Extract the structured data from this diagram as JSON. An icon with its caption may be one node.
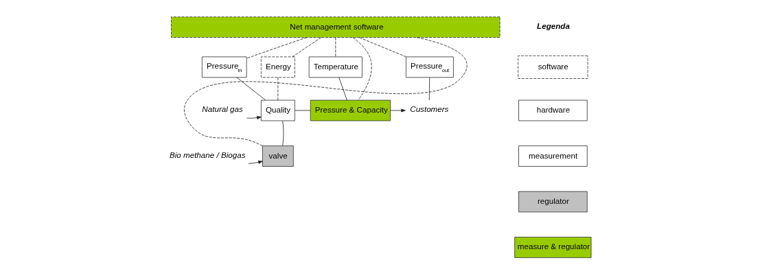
{
  "diagram": {
    "nodes": [
      {
        "text": [
          "Net management software"
        ]
      },
      {
        "text": [
          "Pressure$_{in}$"
        ]
      },
      {
        "text": [
          "Energy"
        ]
      },
      {
        "text": [
          "Temperature"
        ]
      },
      {
        "text": [
          "Pressure$_{out}$"
        ]
      },
      {
        "text": [
          "Natural gas"
        ]
      },
      {
        "text": [
          "Quality"
        ]
      },
      {
        "text": [
          "Pressure & Capacity"
        ]
      },
      {
        "text": [
          "Customers"
        ]
      },
      {
        "text": [
          "Bio methane / Biogas"
        ]
      },
      {
        "text": [
          "valve"
        ]
      }
    ],
    "edges": [
      {
        "from": 0,
        "to": 1,
        "arrow": "none",
        "style": "dashed"
      },
      {
        "from": 0,
        "to": 2,
        "arrow": "none",
        "style": "dashed"
      },
      {
        "from": 0,
        "to": 3,
        "arrow": "none",
        "style": "dashed"
      },
      {
        "from": 0,
        "to": 7,
        "arrow": "none",
        "style": "dashed"
      },
      {
        "from": 0,
        "to": 4,
        "arrow": "none",
        "style": "dashed"
      },
      {
        "from": 0,
        "to": 10,
        "arrow": "none",
        "style": "dashed"
      },
      {
        "from": 2,
        "to": 6,
        "arrow": "none",
        "style": "dashed"
      },
      {
        "from": 5,
        "to": 6,
        "arrow": "to"
      },
      {
        "from": 1,
        "to": 6,
        "arrow": "none"
      },
      {
        "from": 10,
        "to": 6,
        "arrow": "none"
      },
      {
        "from": 9,
        "to": 10,
        "arrow": "to"
      },
      {
        "from": 6,
        "to": 7,
        "arrow": "none"
      },
      {
        "from": 3,
        "to": 7,
        "arrow": "none"
      },
      {
        "from": 7,
        "to": 8,
        "arrow": "to"
      },
      {
        "from": 4,
        "to": 8,
        "arrow": "none"
      }
    ],
    "labels": [
      "Legenda"
    ],
    "legend": [
      {
        "text": "software"
      },
      {
        "text": "hardware",
        "color": "#ffffff"
      },
      {
        "text": "measurement",
        "color": "#ffffff"
      },
      {
        "text": "regulator",
        "color": "#c0c0c0"
      },
      {
        "text": "measure & regulator",
        "color": "#99cc00"
      }
    ]
  }
}
